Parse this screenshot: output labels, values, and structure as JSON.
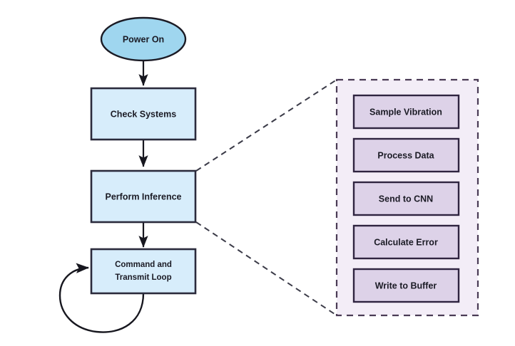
{
  "diagram": {
    "type": "flowchart",
    "title": "",
    "background_color": "#ffffff",
    "main_flow": {
      "start": {
        "label": "Power On",
        "shape": "ellipse",
        "fill": "#9fd6ef",
        "stroke": "#1b1b25"
      },
      "steps": [
        {
          "label": "Check Systems",
          "shape": "rectangle",
          "fill": "#d7edfb",
          "stroke": "#2b2b3c"
        },
        {
          "label": "Perform Inference",
          "shape": "rectangle",
          "fill": "#d7edfb",
          "stroke": "#2b2b3c"
        },
        {
          "label_line1": "Command and",
          "label_line2": "Transmit Loop",
          "shape": "rectangle",
          "fill": "#d7edfb",
          "stroke": "#2b2b3c"
        }
      ]
    },
    "detail_panel": {
      "border_style": "dashed",
      "border_color": "#4a3b55",
      "fill": "#f3edf7",
      "expands_from": "Perform Inference",
      "steps": [
        {
          "label": "Sample Vibration",
          "fill": "#ddd2e8",
          "stroke": "#2f2440"
        },
        {
          "label": "Process Data",
          "fill": "#ddd2e8",
          "stroke": "#2f2440"
        },
        {
          "label": "Send to CNN",
          "fill": "#ddd2e8",
          "stroke": "#2f2440"
        },
        {
          "label": "Calculate Error",
          "fill": "#ddd2e8",
          "stroke": "#2f2440"
        },
        {
          "label": "Write to Buffer",
          "fill": "#ddd2e8",
          "stroke": "#2f2440"
        }
      ]
    },
    "connectors": {
      "arrow_color": "#17171f",
      "loop_description": "self-loop from Command and Transmit Loop back to its left side"
    }
  }
}
